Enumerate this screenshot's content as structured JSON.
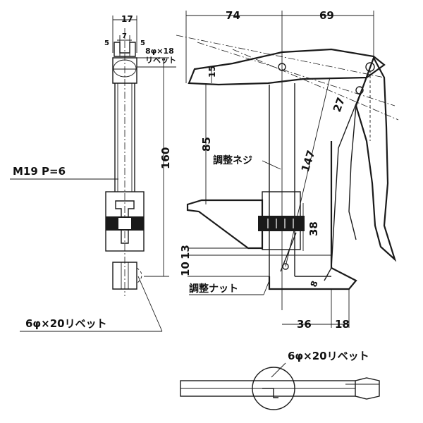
{
  "dimensions": {
    "front_width": "17",
    "slot_width": "7",
    "left_offset": "5",
    "right_offset": "5",
    "top_jaw_length": "74",
    "handle_length": "69",
    "jaw_height": "15",
    "throat_depth": "85",
    "bar_length": "160",
    "reach": "147",
    "handle_angle": "27",
    "nut_height": "38",
    "base_height": "10",
    "bottom_height": "13",
    "bottom_width": "36",
    "bottom_right": "18",
    "small_offset": "8"
  },
  "labels": {
    "thread_spec": "M19 P=6",
    "rivet_top": "8φ×18",
    "rivet_top_word": "リベット",
    "adjust_screw": "調整ネジ",
    "adjust_nut": "調整ナット",
    "rivet_left": "6φ×20リベット",
    "rivet_bottom": "6φ×20リベット"
  }
}
